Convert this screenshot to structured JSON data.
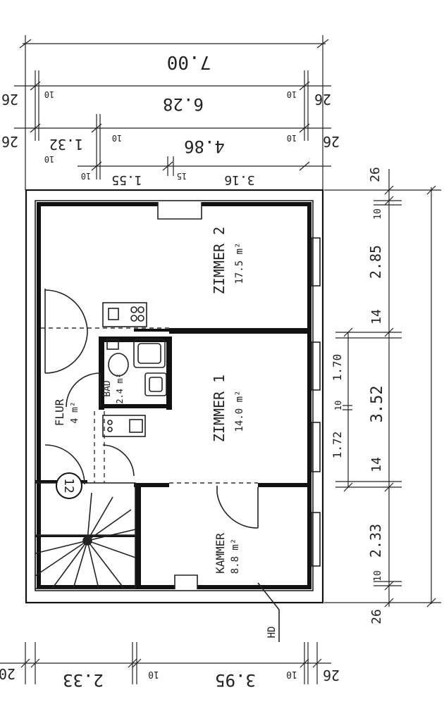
{
  "rooms": {
    "zimmer2": {
      "name": "ZIMMER 2",
      "area": "17.5 m²"
    },
    "zimmer1": {
      "name": "ZIMMER 1",
      "area": "14.0 m²"
    },
    "kammer": {
      "name": "KAMMER",
      "area": "8.8 m²"
    },
    "flur": {
      "name": "FLUR",
      "area": "4 m²"
    },
    "bad": {
      "name": "BAD",
      "area": "2.4 m²"
    }
  },
  "stair_number": "12",
  "label_hd": "HD",
  "dims_top": {
    "overall": "7.00",
    "row2": [
      "26",
      "10",
      "6.28",
      "10",
      "26"
    ],
    "row3": [
      "26",
      "1.32",
      "10",
      "4.86",
      "10",
      "26"
    ],
    "row3_extra": "10",
    "row4": [
      "10",
      "1.55",
      "15",
      "3.16"
    ]
  },
  "dims_right": {
    "outer": [
      "26",
      "10",
      "2.85",
      "14",
      "3.52",
      "14",
      "2.33",
      "10",
      "26"
    ],
    "inner": [
      "1.70",
      "10",
      "1.72"
    ]
  },
  "dims_bottom": [
    "20",
    "2.33",
    "10",
    "3.95",
    "10",
    "26"
  ]
}
